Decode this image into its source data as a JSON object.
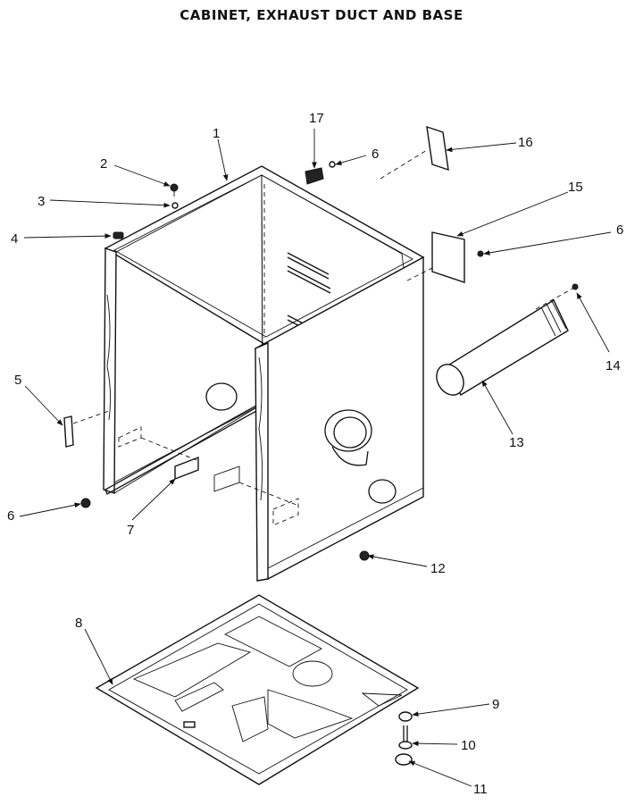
{
  "diagram": {
    "title": "CABINET, EXHAUST DUCT AND BASE",
    "callouts": [
      "1",
      "2",
      "3",
      "4",
      "5",
      "6",
      "6",
      "6",
      "7",
      "8",
      "9",
      "10",
      "11",
      "12",
      "13",
      "14",
      "15",
      "16",
      "17"
    ]
  }
}
